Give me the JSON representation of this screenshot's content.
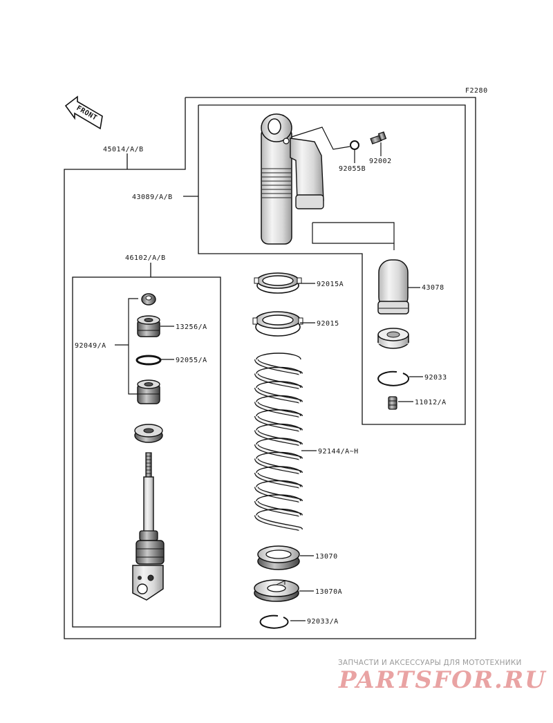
{
  "figure_code": "F2280",
  "front_label": "FRONT",
  "labels": {
    "assembly": "45014/A/B",
    "body": "43089/A/B",
    "o_ring_55b": "92055B",
    "bolt": "92002",
    "rod_assy": "46102/A/B",
    "seal_set": "92049/A",
    "seal": "13256/A",
    "o_ring_55a": "92055/A",
    "nut_15a": "92015A",
    "nut_15": "92015",
    "spring": "92144/A~H",
    "seat": "13070",
    "seat_a": "13070A",
    "circlip_a": "92033/A",
    "reservoir": "43078",
    "circlip": "92033",
    "valve": "11012/A"
  },
  "watermark": {
    "tagline": "ЗАПЧАСТИ И АКСЕССУАРЫ ДЛЯ МОТОТЕХНИКИ",
    "logo": "PARTSFOR.RU"
  }
}
